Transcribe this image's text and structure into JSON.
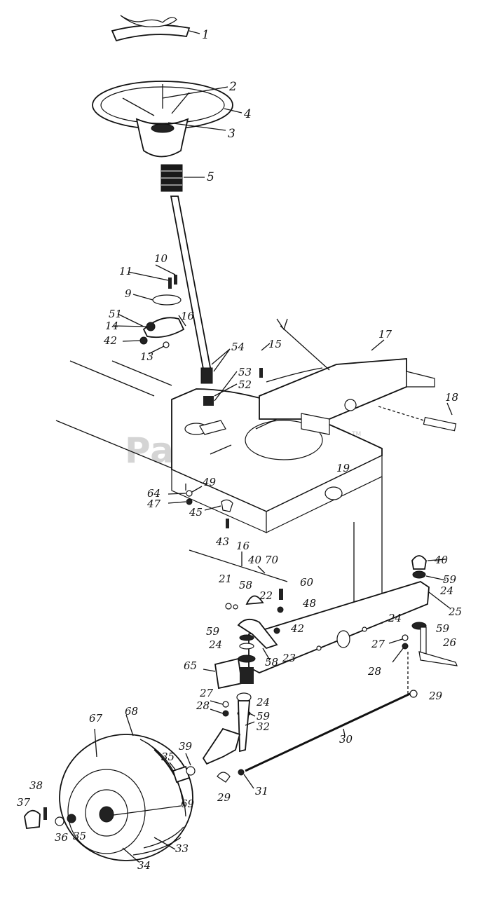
{
  "watermark": {
    "text": "PartsTree",
    "tm": "TM"
  },
  "callouts": {
    "c1": "1",
    "c2": "2",
    "c3": "3",
    "c4": "4",
    "c5": "5",
    "c9": "9",
    "c10": "10",
    "c11": "11",
    "c13": "13",
    "c14": "14",
    "c15": "15",
    "c16a": "16",
    "c16b": "16",
    "c17": "17",
    "c18": "18",
    "c19": "19",
    "c21": "21",
    "c22": "22",
    "c23": "23",
    "c24a": "24",
    "c24b": "24",
    "c24c": "24",
    "c24d": "24",
    "c25": "25",
    "c26": "26",
    "c27a": "27",
    "c27b": "27",
    "c28a": "28",
    "c28b": "28",
    "c29a": "29",
    "c29b": "29",
    "c30": "30",
    "c31": "31",
    "c32": "32",
    "c33": "33",
    "c34": "34",
    "c35a": "35",
    "c35b": "35",
    "c36": "36",
    "c37": "37",
    "c38": "38",
    "c39": "39",
    "c40a": "40",
    "c40b": "40",
    "c42a": "42",
    "c42b": "42",
    "c43": "43",
    "c45": "45",
    "c47": "47",
    "c48": "48",
    "c49": "49",
    "c51": "51",
    "c52": "52",
    "c53": "53",
    "c54": "54",
    "c58a": "58",
    "c58b": "58",
    "c59a": "59",
    "c59b": "59",
    "c59c": "59",
    "c59d": "59",
    "c60": "60",
    "c64": "64",
    "c65": "65",
    "c67": "67",
    "c68": "68",
    "c69": "69",
    "c70": "70"
  }
}
